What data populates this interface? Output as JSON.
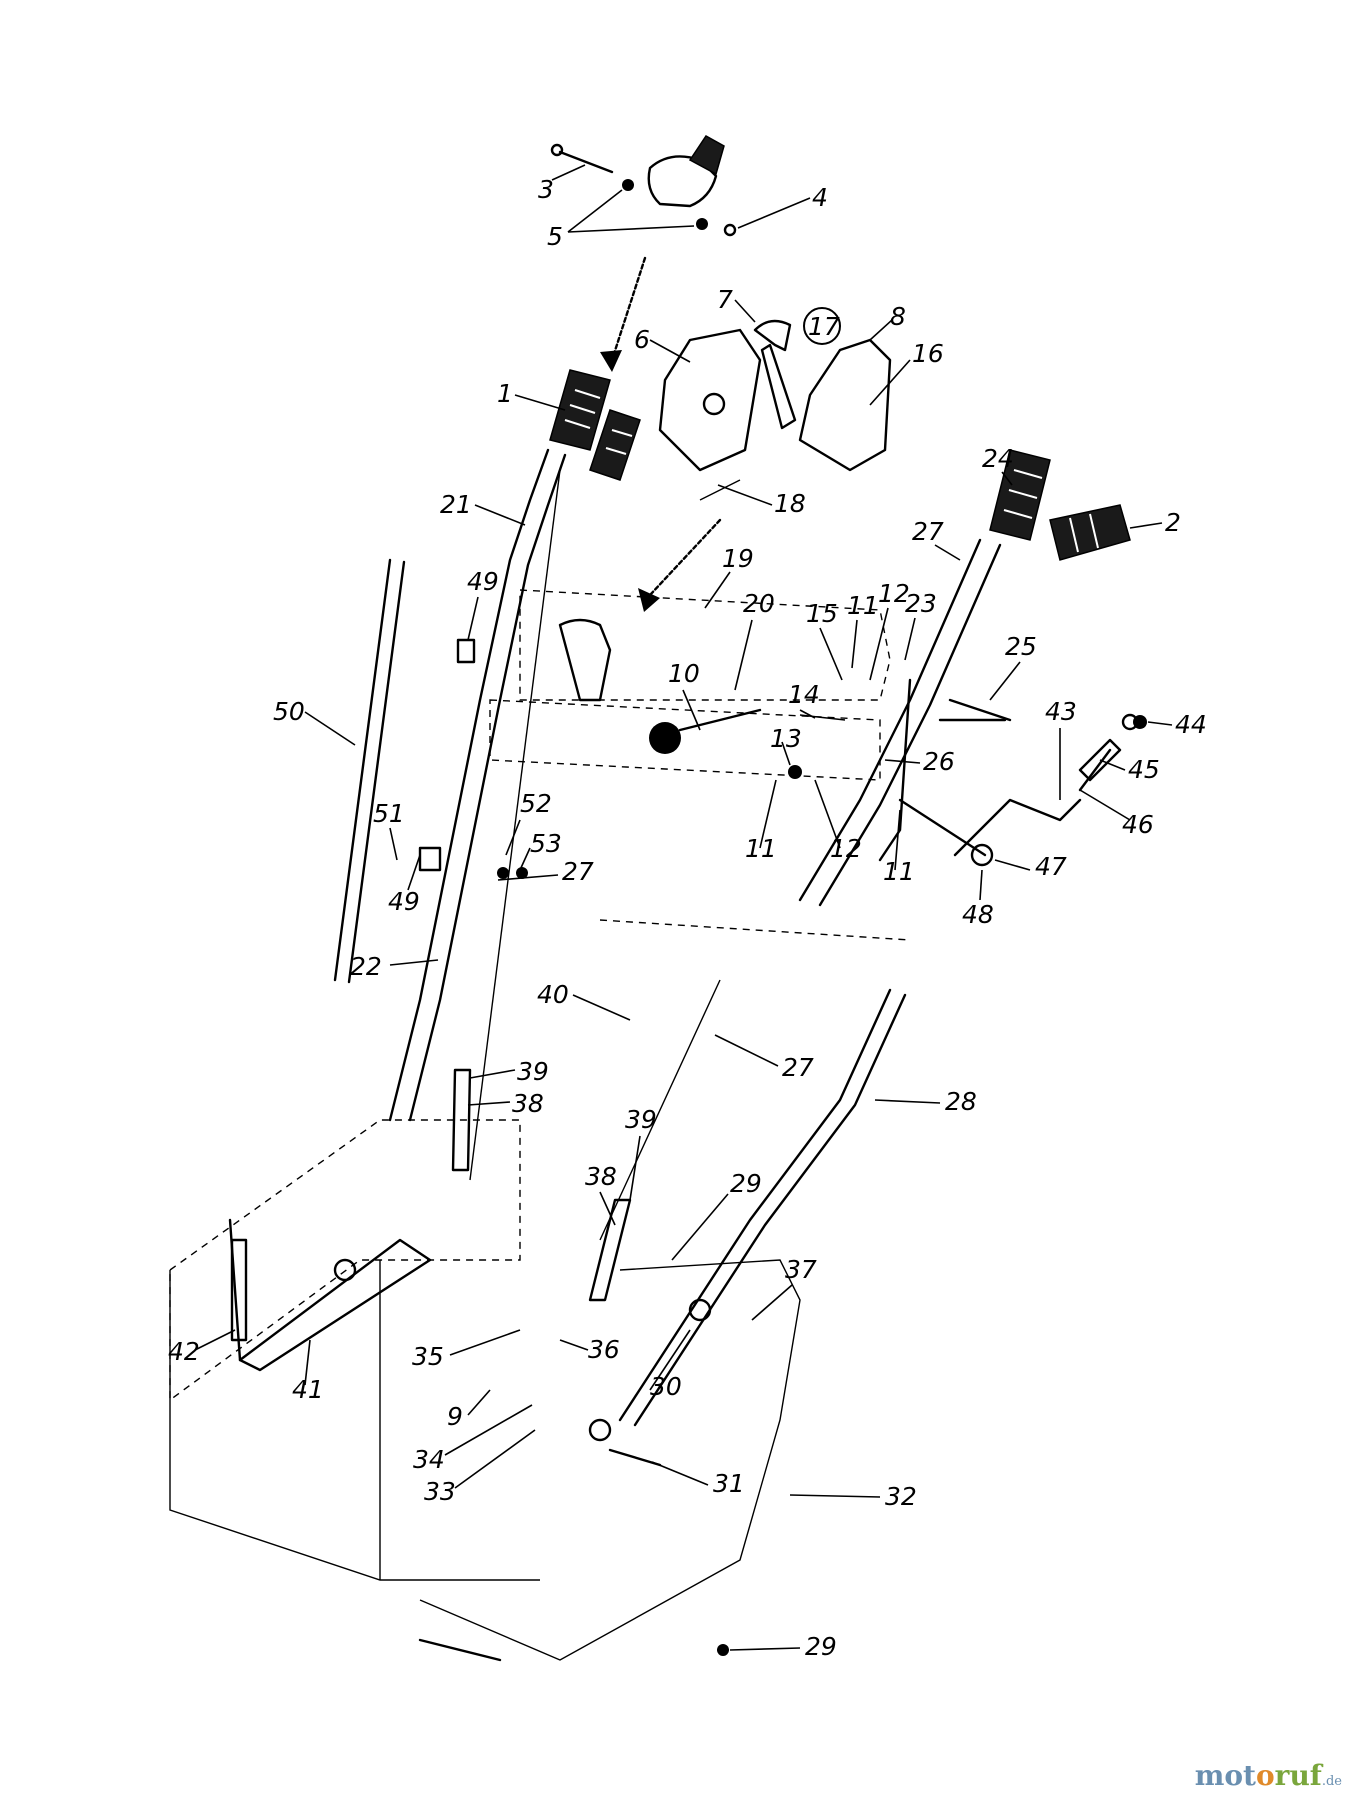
{
  "diagram": {
    "callouts": [
      {
        "id": "c1",
        "label": "1"
      },
      {
        "id": "c2",
        "label": "2"
      },
      {
        "id": "c3",
        "label": "3"
      },
      {
        "id": "c4",
        "label": "4"
      },
      {
        "id": "c5",
        "label": "5"
      },
      {
        "id": "c6",
        "label": "6"
      },
      {
        "id": "c7",
        "label": "7"
      },
      {
        "id": "c8",
        "label": "8"
      },
      {
        "id": "c9",
        "label": "9"
      },
      {
        "id": "c10",
        "label": "10"
      },
      {
        "id": "c11a",
        "label": "11"
      },
      {
        "id": "c11b",
        "label": "11"
      },
      {
        "id": "c11c",
        "label": "11"
      },
      {
        "id": "c12a",
        "label": "12"
      },
      {
        "id": "c12b",
        "label": "12"
      },
      {
        "id": "c13",
        "label": "13"
      },
      {
        "id": "c14",
        "label": "14"
      },
      {
        "id": "c15",
        "label": "15"
      },
      {
        "id": "c16",
        "label": "16"
      },
      {
        "id": "c17",
        "label": "17"
      },
      {
        "id": "c18",
        "label": "18"
      },
      {
        "id": "c19",
        "label": "19"
      },
      {
        "id": "c20",
        "label": "20"
      },
      {
        "id": "c21",
        "label": "21"
      },
      {
        "id": "c22",
        "label": "22"
      },
      {
        "id": "c23",
        "label": "23"
      },
      {
        "id": "c24",
        "label": "24"
      },
      {
        "id": "c25",
        "label": "25"
      },
      {
        "id": "c26",
        "label": "26"
      },
      {
        "id": "c27a",
        "label": "27"
      },
      {
        "id": "c27b",
        "label": "27"
      },
      {
        "id": "c27c",
        "label": "27"
      },
      {
        "id": "c28",
        "label": "28"
      },
      {
        "id": "c29a",
        "label": "29"
      },
      {
        "id": "c29b",
        "label": "29"
      },
      {
        "id": "c30",
        "label": "30"
      },
      {
        "id": "c31",
        "label": "31"
      },
      {
        "id": "c32",
        "label": "32"
      },
      {
        "id": "c33",
        "label": "33"
      },
      {
        "id": "c34",
        "label": "34"
      },
      {
        "id": "c35",
        "label": "35"
      },
      {
        "id": "c36",
        "label": "36"
      },
      {
        "id": "c37",
        "label": "37"
      },
      {
        "id": "c38a",
        "label": "38"
      },
      {
        "id": "c38b",
        "label": "38"
      },
      {
        "id": "c39a",
        "label": "39"
      },
      {
        "id": "c39b",
        "label": "39"
      },
      {
        "id": "c40",
        "label": "40"
      },
      {
        "id": "c41",
        "label": "41"
      },
      {
        "id": "c42",
        "label": "42"
      },
      {
        "id": "c43",
        "label": "43"
      },
      {
        "id": "c44",
        "label": "44"
      },
      {
        "id": "c45",
        "label": "45"
      },
      {
        "id": "c46",
        "label": "46"
      },
      {
        "id": "c47",
        "label": "47"
      },
      {
        "id": "c48",
        "label": "48"
      },
      {
        "id": "c49a",
        "label": "49"
      },
      {
        "id": "c49b",
        "label": "49"
      },
      {
        "id": "c50",
        "label": "50"
      },
      {
        "id": "c51",
        "label": "51"
      },
      {
        "id": "c52",
        "label": "52"
      },
      {
        "id": "c53",
        "label": "53"
      }
    ]
  },
  "watermark": {
    "letters": [
      {
        "char": "m",
        "color": "#6a8fb0"
      },
      {
        "char": "o",
        "color": "#6a8fb0"
      },
      {
        "char": "t",
        "color": "#6a8fb0"
      },
      {
        "char": "o",
        "color": "#e08a2a"
      },
      {
        "char": "r",
        "color": "#7aa63c"
      },
      {
        "char": "u",
        "color": "#7aa63c"
      },
      {
        "char": "f",
        "color": "#7aa63c"
      }
    ],
    "suffix": ".de",
    "suffix_color": "#6a8fb0"
  }
}
